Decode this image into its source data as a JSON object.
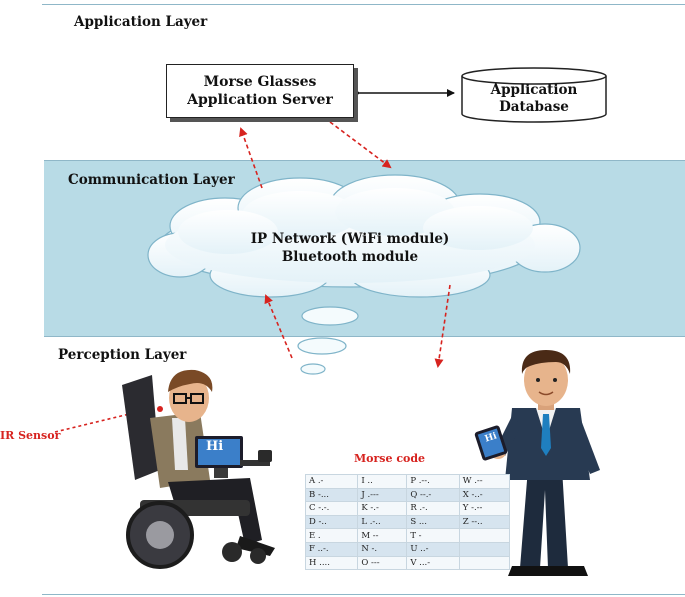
{
  "layers": {
    "application": "Application Layer",
    "communication": "Communication Layer",
    "perception": "Perception Layer"
  },
  "server": {
    "line1": "Morse Glasses",
    "line2": "Application Server"
  },
  "database": {
    "line1": "Application",
    "line2": "Database"
  },
  "network": {
    "line1": "IP Network (WiFi module)",
    "line2": "Bluetooth module"
  },
  "ir_sensor": "IR Sensor",
  "tablet_text": "Hi",
  "phone_text": "Hi",
  "morse": {
    "title": "Morse code",
    "rows": [
      [
        "A .-",
        "I ..",
        "P .--.",
        "W .--"
      ],
      [
        "B -...",
        "J .---",
        "Q --.-",
        "X -..-"
      ],
      [
        "C -.-.",
        "K -.-",
        "R .-.",
        "Y -.--"
      ],
      [
        "D -..",
        "L .-..",
        "S ...",
        "Z --.."
      ],
      [
        "E .",
        "M --",
        "T -",
        ""
      ],
      [
        "F ..-.",
        "N -.",
        "U ..-",
        ""
      ],
      [
        "H ....",
        "O ---",
        "V ...-",
        ""
      ]
    ]
  },
  "colors": {
    "communication_band": "#b8dbe6",
    "arrow_red": "#d7231f",
    "label_red": "#d7231f"
  }
}
